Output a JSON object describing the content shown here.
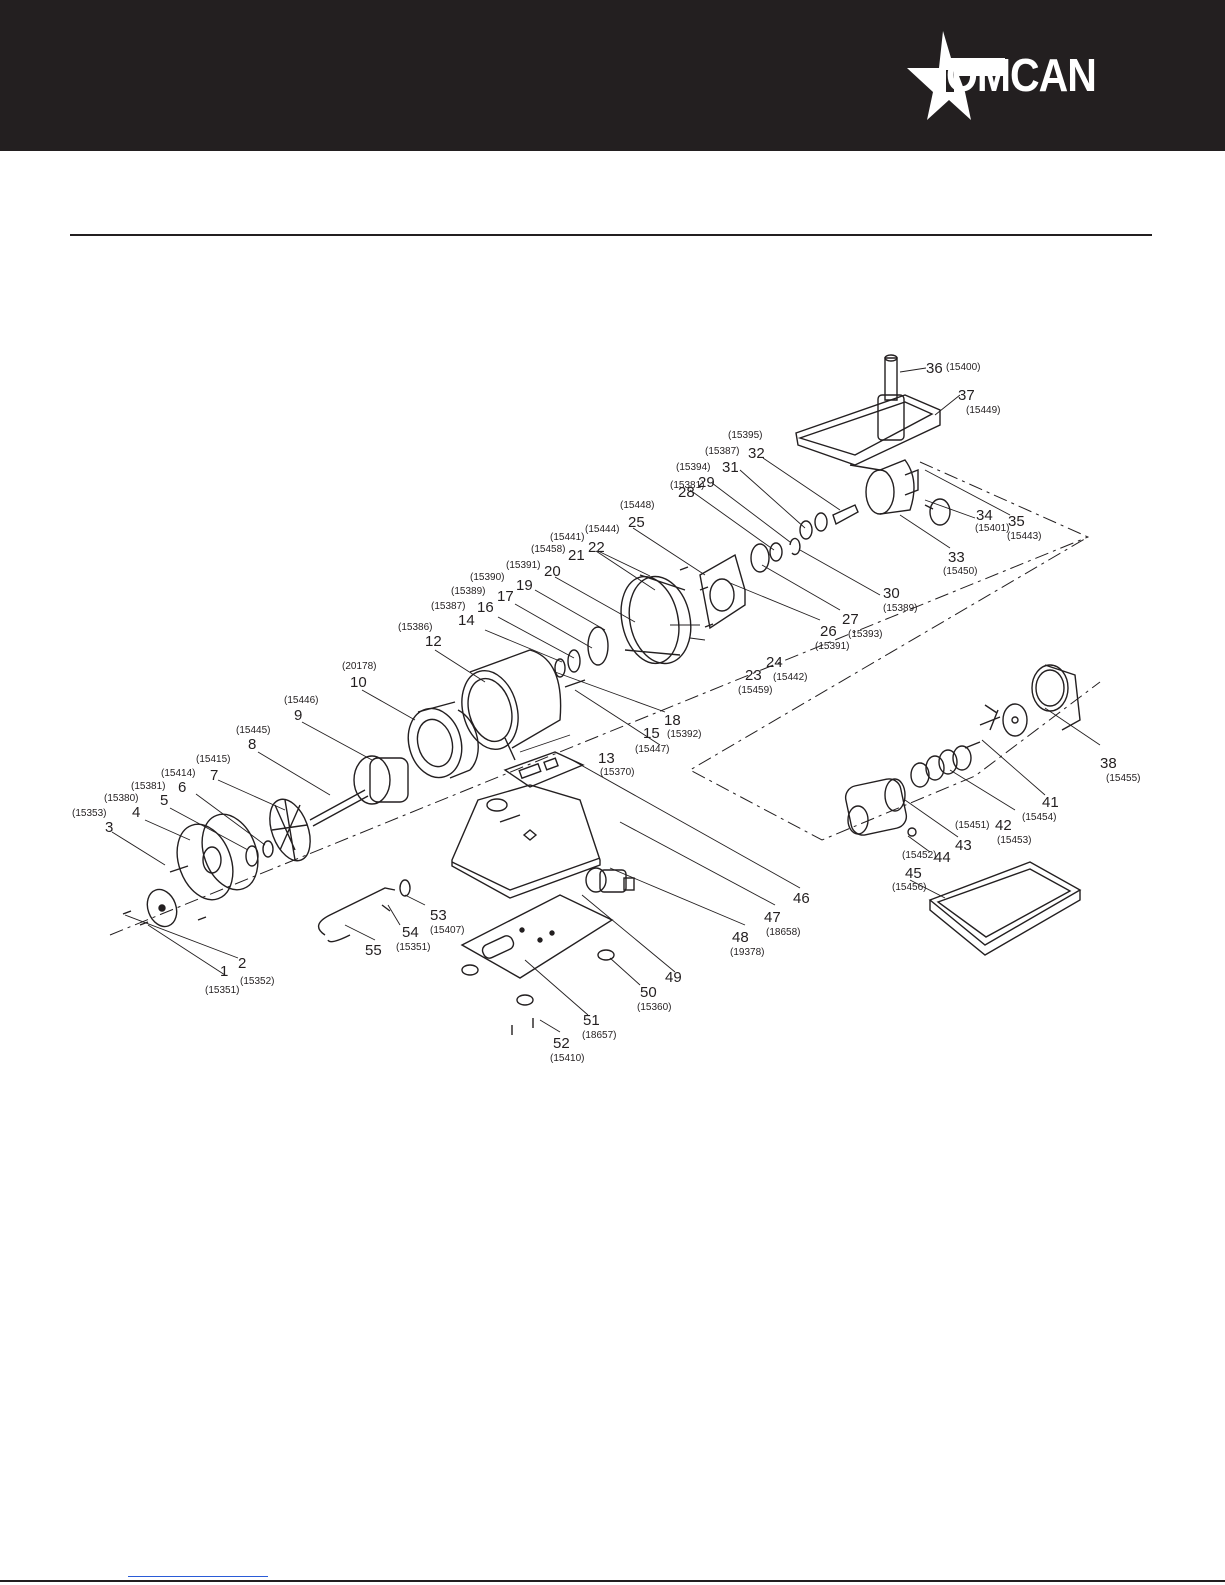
{
  "brand": {
    "name": "OMCAN",
    "header_color": "#231f20",
    "logo_icon": "star-icon"
  },
  "parts": [
    {
      "id": "p1",
      "num": "1",
      "code": "(15351)"
    },
    {
      "id": "p2",
      "num": "2",
      "code": "(15352)"
    },
    {
      "id": "p3",
      "num": "3",
      "code": "(15353)"
    },
    {
      "id": "p4",
      "num": "4",
      "code": "(15380)"
    },
    {
      "id": "p5",
      "num": "5",
      "code": "(15381)"
    },
    {
      "id": "p6",
      "num": "6",
      "code": "(15414)"
    },
    {
      "id": "p7",
      "num": "7",
      "code": "(15415)"
    },
    {
      "id": "p8",
      "num": "8",
      "code": "(15445)"
    },
    {
      "id": "p9",
      "num": "9",
      "code": "(15446)"
    },
    {
      "id": "p10",
      "num": "10",
      "code": "(20178)"
    },
    {
      "id": "p12",
      "num": "12",
      "code": "(15386)"
    },
    {
      "id": "p13",
      "num": "13",
      "code": "(15370)"
    },
    {
      "id": "p14",
      "num": "14",
      "code": "(15387)"
    },
    {
      "id": "p15",
      "num": "15",
      "code": "(15447)"
    },
    {
      "id": "p16",
      "num": "16",
      "code": "(15389)"
    },
    {
      "id": "p17",
      "num": "17",
      "code": ""
    },
    {
      "id": "p18",
      "num": "18",
      "code": "(15392)"
    },
    {
      "id": "p19",
      "num": "19",
      "code": "(15390)"
    },
    {
      "id": "p20",
      "num": "20",
      "code": "(15391)"
    },
    {
      "id": "p21",
      "num": "21",
      "code": "(15458)"
    },
    {
      "id": "p22",
      "num": "22",
      "code": "(15444)"
    },
    {
      "id": "p22b",
      "num": "",
      "code": "(15441)"
    },
    {
      "id": "p23",
      "num": "23",
      "code": "(15459)"
    },
    {
      "id": "p24",
      "num": "24",
      "code": "(15442)"
    },
    {
      "id": "p25",
      "num": "25",
      "code": "(15448)"
    },
    {
      "id": "p26",
      "num": "26",
      "code": "(15391)"
    },
    {
      "id": "p27",
      "num": "27",
      "code": "(15393)"
    },
    {
      "id": "p28",
      "num": "28",
      "code": "(15381)"
    },
    {
      "id": "p29",
      "num": "29",
      "code": "(15394)"
    },
    {
      "id": "p30",
      "num": "30",
      "code": "(15389)"
    },
    {
      "id": "p31",
      "num": "31",
      "code": "(15387)"
    },
    {
      "id": "p32",
      "num": "32",
      "code": "(15395)"
    },
    {
      "id": "p33",
      "num": "33",
      "code": "(15450)"
    },
    {
      "id": "p34",
      "num": "34",
      "code": "(15401)"
    },
    {
      "id": "p35",
      "num": "35",
      "code": "(15443)"
    },
    {
      "id": "p36",
      "num": "36",
      "code": "(15400)"
    },
    {
      "id": "p37",
      "num": "37",
      "code": "(15449)"
    },
    {
      "id": "p38",
      "num": "38",
      "code": "(15455)"
    },
    {
      "id": "p41",
      "num": "41",
      "code": "(15454)"
    },
    {
      "id": "p42",
      "num": "42",
      "code": "(15453)"
    },
    {
      "id": "p42b",
      "num": "",
      "code": "(15451)"
    },
    {
      "id": "p43",
      "num": "43",
      "code": ""
    },
    {
      "id": "p44",
      "num": "44",
      "code": "(15452)"
    },
    {
      "id": "p45",
      "num": "45",
      "code": "(15456)"
    },
    {
      "id": "p46",
      "num": "46",
      "code": ""
    },
    {
      "id": "p47",
      "num": "47",
      "code": "(18658)"
    },
    {
      "id": "p48",
      "num": "48",
      "code": "(19378)"
    },
    {
      "id": "p49",
      "num": "49",
      "code": ""
    },
    {
      "id": "p50",
      "num": "50",
      "code": "(15360)"
    },
    {
      "id": "p51",
      "num": "51",
      "code": "(18657)"
    },
    {
      "id": "p52",
      "num": "52",
      "code": "(15410)"
    },
    {
      "id": "p53",
      "num": "53",
      "code": "(15407)"
    },
    {
      "id": "p54",
      "num": "54",
      "code": "(15351)"
    },
    {
      "id": "p55",
      "num": "55",
      "code": ""
    }
  ]
}
